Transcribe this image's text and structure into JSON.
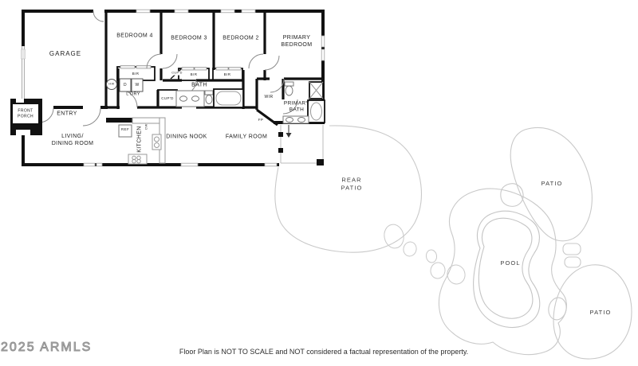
{
  "rooms": {
    "garage": "GARAGE",
    "bedroom4": "BEDROOM 4",
    "bedroom3": "BEDROOM 3",
    "bedroom2": "BEDROOM 2",
    "primary_bedroom": "PRIMARY\nBEDROOM",
    "bath": "BATH",
    "primary_bath": "PRIMARY\nBATH",
    "entry": "ENTRY",
    "front_porch": "FRONT\nPORCH",
    "living_dining": "LIVING/\nDINING ROOM",
    "kitchen": "KITCHEN",
    "dining_nook": "DINING NOOK",
    "family_room": "FAMILY ROOM",
    "laundry": "L'DRY"
  },
  "fixtures": {
    "bir": "BIR",
    "cupd": "CUP'D",
    "wir": "WIR",
    "hw": "HW",
    "dryer": "D",
    "washer": "W",
    "ref": "REF",
    "dw": "DW",
    "fp": "FP"
  },
  "outdoor": {
    "rear_patio": "REAR\nPATIO",
    "patio_upper": "PATIO",
    "pool": "POOL",
    "patio_lower": "PATIO"
  },
  "footer": {
    "watermark": "2025 ARMLS",
    "disclaimer": "Floor Plan is NOT TO SCALE and NOT considered a factual representation of the property."
  },
  "colors": {
    "wall": "#111111",
    "outline": "#c9c9c9",
    "fixture": "#777777"
  }
}
